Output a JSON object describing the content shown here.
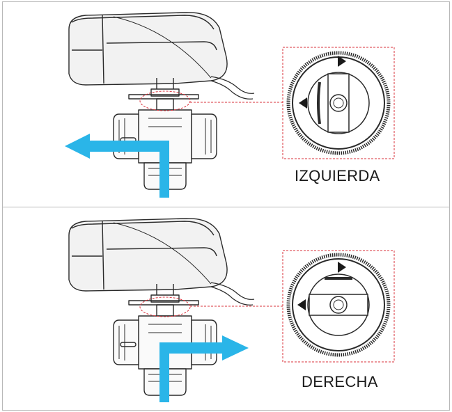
{
  "panels": [
    {
      "id": "left",
      "label": "IZQUIERDA",
      "flow_direction": "left"
    },
    {
      "id": "right",
      "label": "DERECHA",
      "flow_direction": "right"
    }
  ],
  "colors": {
    "flow_arrow": "#2ab5e8",
    "outline": "#2a2a2a",
    "callout": "#d9303a",
    "border": "#b8b8b8"
  },
  "icons": [
    "valve-actuator-icon",
    "flow-arrow-icon",
    "selector-knob-icon",
    "direction-triangle-icon"
  ]
}
